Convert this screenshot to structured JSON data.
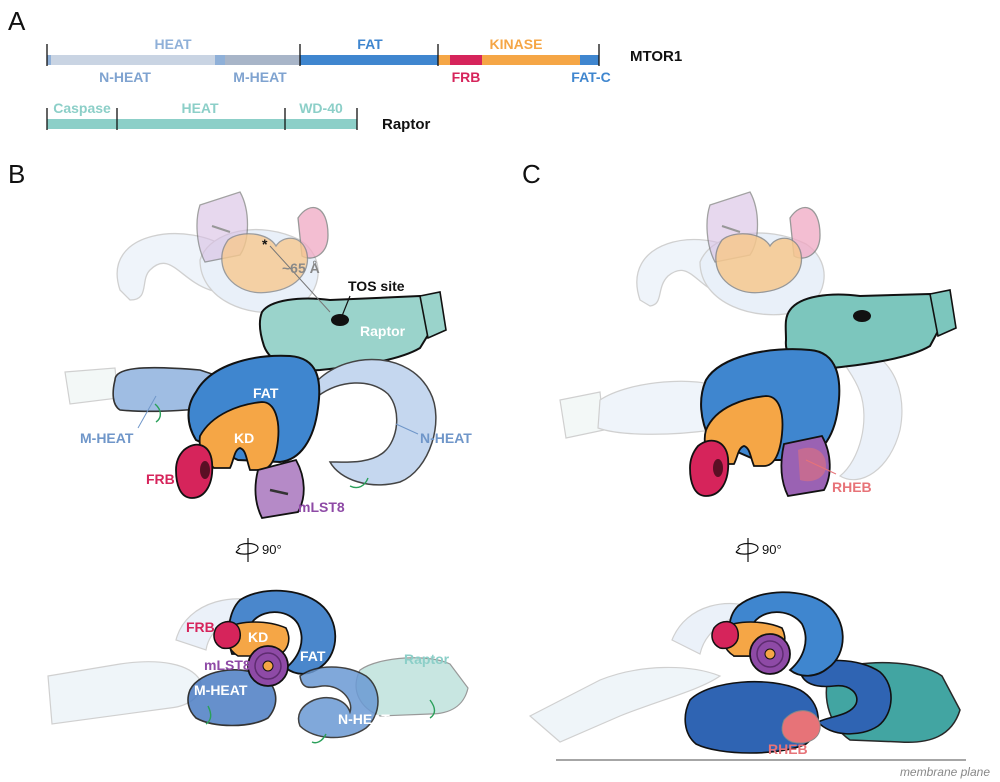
{
  "panels": {
    "a": "A",
    "b": "B",
    "c": "C"
  },
  "mtor1": {
    "name": "MTOR1",
    "heat_label": "HEAT",
    "n_heat_label": "N-HEAT",
    "m_heat_label": "M-HEAT",
    "fat_label": "FAT",
    "kinase_label": "KINASE",
    "frb_label": "FRB",
    "fat_c_label": "FAT-C"
  },
  "raptor_bar": {
    "name": "Raptor",
    "caspase_label": "Caspase",
    "heat_label": "HEAT",
    "wd40_label": "WD-40"
  },
  "panel_b": {
    "asterisk": "*",
    "distance_label": "~65 Å",
    "tos_site_label": "TOS site",
    "raptor_label": "Raptor",
    "fat_label": "FAT",
    "kd_label": "KD",
    "m_heat_label": "M-HEAT",
    "n_heat_label": "N-HEAT",
    "frb_label": "FRB",
    "mlst8_label": "mLST8",
    "rotation_label": "90°",
    "bottom": {
      "frb_label": "FRB",
      "kd_label": "KD",
      "mlst8_label": "mLST8",
      "fat_label": "FAT",
      "raptor_label": "Raptor",
      "m_heat_label": "M-HEAT",
      "n_heat_label": "N-HEAT"
    }
  },
  "panel_c": {
    "rheb_label": "RHEB",
    "rotation_label": "90°",
    "bottom_rheb_label": "RHEB",
    "membrane_label": "membrane plane"
  },
  "colors": {
    "n_heat": "#c9d4e3",
    "m_heat": "#a8b5c8",
    "heat_text": "#8fb0d8",
    "fat": "#3f86cf",
    "kinase": "#f5a646",
    "frb": "#d6245b",
    "raptor": "#8ccfc8",
    "raptor_text": "#8ccfc8",
    "mlst8": "#8e4aa6",
    "rheb": "#e77378"
  }
}
